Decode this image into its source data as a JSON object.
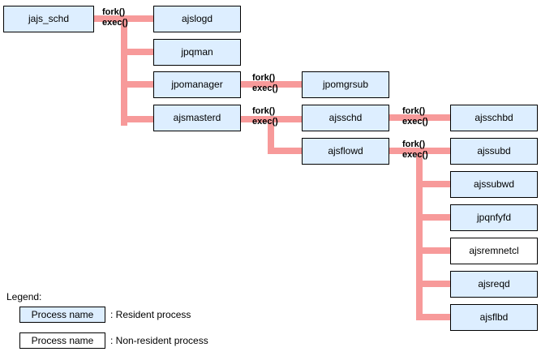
{
  "colors": {
    "connector": "#f79a9a",
    "resident_fill": "#ddeeff",
    "nonresident_fill": "#ffffff",
    "border": "#000000"
  },
  "processes": {
    "jajs_schd": "jajs_schd",
    "ajslogd": "ajslogd",
    "jpqman": "jpqman",
    "jpomanager": "jpomanager",
    "jpomgrsub": "jpomgrsub",
    "ajsmasterd": "ajsmasterd",
    "ajsschd": "ajsschd",
    "ajsschbd": "ajsschbd",
    "ajsflowd": "ajsflowd",
    "ajssubd": "ajssubd",
    "ajssubwd": "ajssubwd",
    "jpqnfyfd": "jpqnfyfd",
    "ajsremnetcl": "ajsremnetcl",
    "ajsreqd": "ajsreqd",
    "ajsflbd": "ajsflbd"
  },
  "call_label": {
    "fork": "fork()",
    "exec": "exec()"
  },
  "legend": {
    "title": "Legend:",
    "sample_label": "Process name",
    "resident_text": ": Resident process",
    "nonresident_text": ": Non-resident process"
  }
}
